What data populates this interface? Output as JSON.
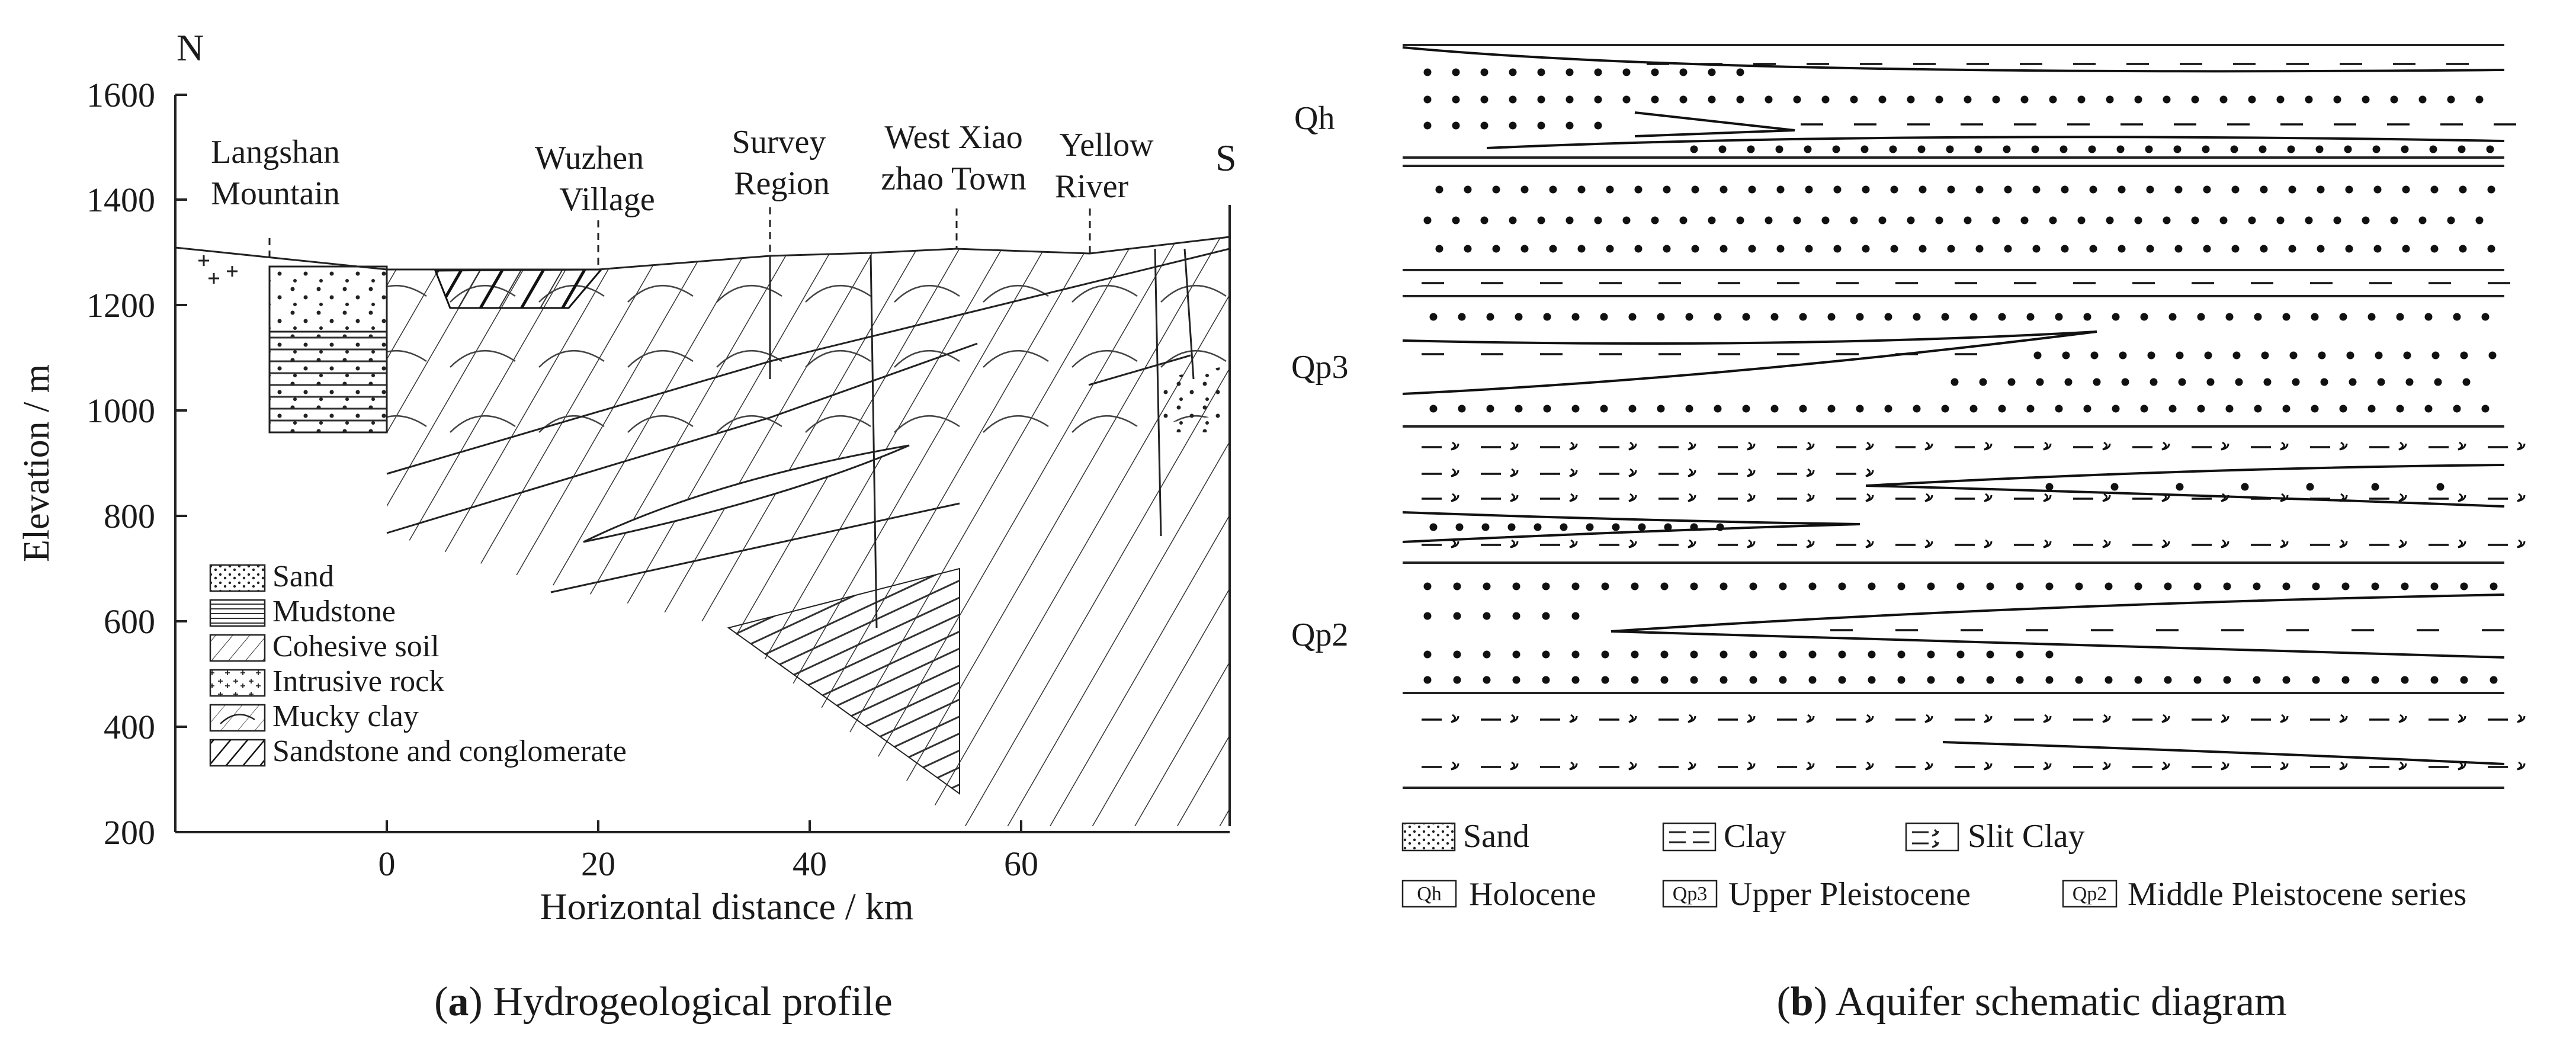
{
  "profile": {
    "compass": {
      "north": "N",
      "south": "S"
    },
    "y_axis": {
      "label": "Elevation / m",
      "ticks": [
        "200",
        "400",
        "600",
        "800",
        "1000",
        "1200",
        "1400",
        "1600"
      ]
    },
    "x_axis": {
      "label": "Horizontal distance / km",
      "ticks": [
        "0",
        "20",
        "40",
        "60"
      ]
    },
    "places": [
      {
        "line1": "Langshan",
        "line2": "Mountain"
      },
      {
        "line1": "Wuzhen",
        "line2": "Village"
      },
      {
        "line1": "Survey",
        "line2": "Region"
      },
      {
        "line1": "West Xiao",
        "line2": "zhao Town"
      },
      {
        "line1": "Yellow",
        "line2": "River"
      }
    ],
    "legend": [
      "Sand",
      "Mudstone",
      "Cohesive soil",
      "Intrusive rock",
      "Mucky clay",
      "Sandstone and conglomerate"
    ],
    "caption": {
      "letter": "a",
      "text": " Hydrogeological profile"
    }
  },
  "aquifer": {
    "units": [
      "Qh",
      "Qp3",
      "Qp2"
    ],
    "legend": [
      {
        "key": "sand",
        "label": "Sand"
      },
      {
        "key": "clay",
        "label": "Clay"
      },
      {
        "key": "silt",
        "label": "Slit Clay"
      },
      {
        "key": "qh",
        "box": "Qh",
        "label": "Holocene"
      },
      {
        "key": "qp3",
        "box": "Qp3",
        "label": "Upper Pleistocene"
      },
      {
        "key": "qp2",
        "box": "Qp2",
        "label": "Middle Pleistocene series"
      }
    ],
    "caption": {
      "letter": "b",
      "text": " Aquifer schematic diagram"
    }
  }
}
